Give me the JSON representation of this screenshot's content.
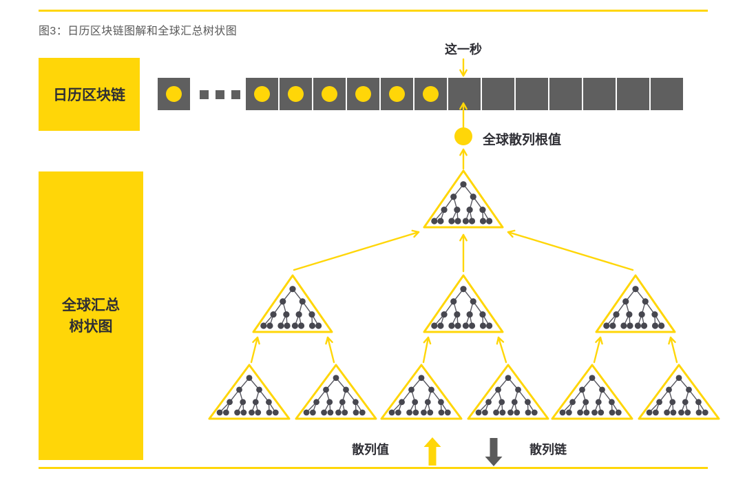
{
  "title": "图3：日历区块链图解和全球汇总树状图",
  "colors": {
    "accent_yellow": "#FFD608",
    "block_gray": "#5F5F5F",
    "node_gray": "#47474F",
    "edge_gray": "#55555E",
    "arrow_gray": "#5A5A5A",
    "text_dark": "#2E2E34",
    "title_gray": "#595959"
  },
  "calendar_chain": {
    "label": "日历区块链",
    "this_second_label": "这一秒",
    "root_value_label": "全球散列根值",
    "blocks": {
      "lead_filled_count": 1,
      "ellipsis_dot_count": 3,
      "filled_count": 6,
      "current_count": 1,
      "empty_count": 6
    }
  },
  "aggregation_tree": {
    "label_lines": [
      "全球汇总",
      "树状图"
    ],
    "top_row_count": 1,
    "middle_row_count": 3,
    "bottom_row_count": 6,
    "nodes_per_triangle": 15
  },
  "legend": {
    "hash_value_label": "散列值",
    "hash_chain_label": "散列链"
  }
}
